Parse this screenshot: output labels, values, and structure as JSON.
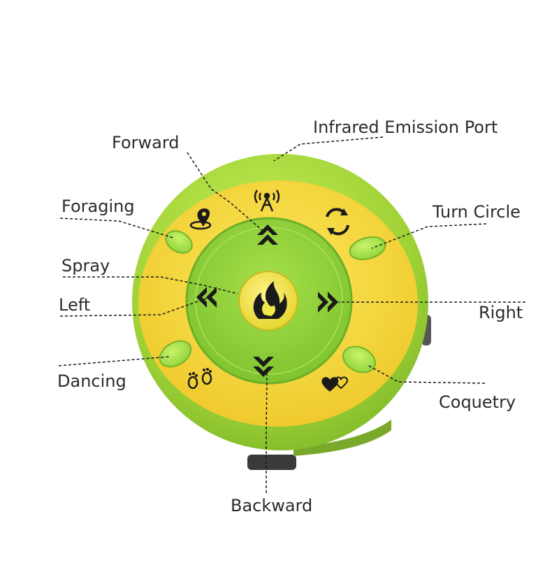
{
  "labels": {
    "forward": "Forward",
    "infrared": "Infrared Emission Port",
    "foraging": "Foraging",
    "turn_circle": "Turn Circle",
    "spray": "Spray",
    "left": "Left",
    "right": "Right",
    "dancing": "Dancing",
    "coquetry": "Coquetry",
    "backward": "Backward"
  },
  "icons": {
    "center": "flame-icon",
    "top": "antenna-icon",
    "top_left": "location-pin-icon",
    "top_right": "rotate-arrows-icon",
    "bottom_left": "footprints-icon",
    "bottom_right": "hearts-icon"
  },
  "colors": {
    "outer_shell": "#a8d63c",
    "yellow_ring": "#f1d93a",
    "inner_green": "#8fd23a",
    "center_button": "#f2e84a",
    "leader_line": "#1a1a1a"
  }
}
